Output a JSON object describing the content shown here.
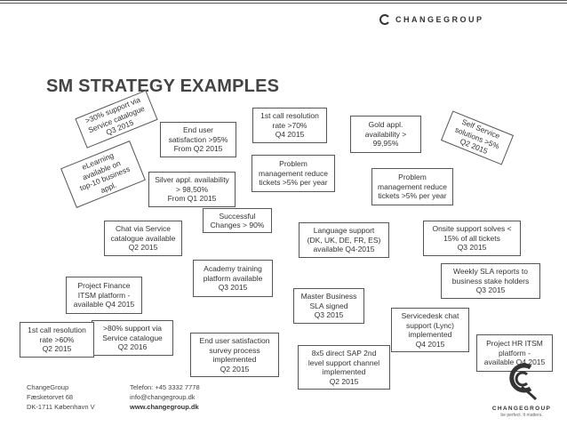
{
  "header": {
    "brand": "CHANGEGROUP"
  },
  "slide": {
    "title": "SM STRATEGY EXAMPLES"
  },
  "boxes": {
    "b1": [
      "End user",
      "satisfaction >95%",
      "From Q2 2015"
    ],
    "b2": [
      "1st call resolution",
      "rate >70%",
      "Q4 2015"
    ],
    "b3": [
      "Gold appl.",
      "availability >",
      "99,95%"
    ],
    "b4": [
      ">30% support via",
      "Service catalogue",
      "Q3 2015"
    ],
    "b5": [
      "Self Service",
      "solutions >5%",
      "Q2 2015"
    ],
    "b6": [
      "eLearning",
      "available on",
      "top-10 business",
      "appl."
    ],
    "b7": [
      "Silver appl. availability",
      "> 98,50%",
      "From Q1 2015"
    ],
    "b8": [
      "Problem",
      "management reduce",
      "tickets >5% per year"
    ],
    "b9": [
      "Problem",
      "management reduce",
      "tickets >5% per year"
    ],
    "b10": [
      "Successful",
      "Changes > 90%"
    ],
    "b11": [
      "Chat via Service",
      "catalogue available",
      "Q2 2015"
    ],
    "b12": [
      "Language support",
      "(DK, UK, DE, FR, ES)",
      "available Q4-2015"
    ],
    "b13": [
      "Onsite support solves <",
      "15% of all tickets",
      "Q3 2015"
    ],
    "b14": [
      "Academy training",
      "platform available",
      "Q3 2015"
    ],
    "b15": [
      "Weekly SLA reports to",
      "business stake holders",
      "Q3 2015"
    ],
    "b16": [
      "Project Finance",
      "ITSM platform -",
      "available Q4 2015"
    ],
    "b17": [
      "Master Business",
      "SLA signed",
      "Q3 2015"
    ],
    "b18": [
      "Servicedesk chat",
      "support (Lync)",
      "implemented",
      "Q4 2015"
    ],
    "b19": [
      ">80% support via",
      "Service catalogue",
      "Q2 2016"
    ],
    "b20": [
      "End user satisfaction",
      "survey process",
      "implemented",
      "Q2 2015"
    ],
    "b21": [
      "1st call resolution",
      "rate >60%",
      "Q2 2015"
    ],
    "b22": [
      "8x5 direct SAP 2nd",
      "level support channel",
      "implemented",
      "Q2 2015"
    ],
    "b23": [
      "Project HR ITSM",
      "platform -",
      "available Q4 2015"
    ]
  },
  "footer": {
    "company": "ChangeGroup",
    "street": "Fæsketorvet 68",
    "city": "DK-1711 København V",
    "phone": "Telefon: +45 3332 7778",
    "email": "info@changegroup.dk",
    "web": "www.changegroup.dk",
    "logo_word": "CHANGEGROUP",
    "tagline": "be perfect. It matters."
  },
  "colors": {
    "border": "#555555",
    "text": "#333333",
    "background": "#ffffff"
  }
}
